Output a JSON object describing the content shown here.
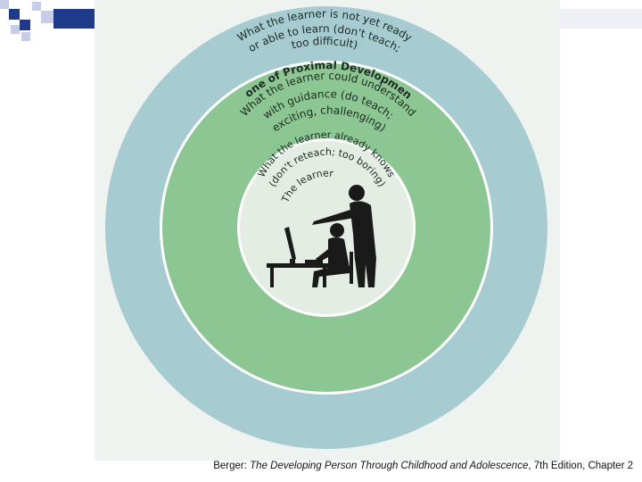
{
  "slide": {
    "colors": {
      "background": "#ffffff",
      "deco_dark": "#1f3a8a",
      "deco_light": "#c7cde6",
      "outer_ring": "#a6cbd1",
      "middle_ring": "#8cc693",
      "inner_circle": "#e3ede3",
      "text": "#1e2a22"
    }
  },
  "diagram": {
    "outer_text": [
      "What the learner is not yet ready",
      "or able to learn (don't teach;",
      "too difficult)"
    ],
    "middle_title": "Zone of Proximal Development",
    "middle_text": [
      "What the learner could understand",
      "with guidance (do teach;",
      "exciting, challenging)"
    ],
    "inner_text": [
      "What the learner already knows",
      "(don't reteach; too boring)"
    ],
    "learner_label": "The learner"
  },
  "caption": {
    "author": "Berger:",
    "book_title": "The Developing Person Through Childhood and Adolescence",
    "edition": ", 7th Edition, Chapter 2"
  }
}
